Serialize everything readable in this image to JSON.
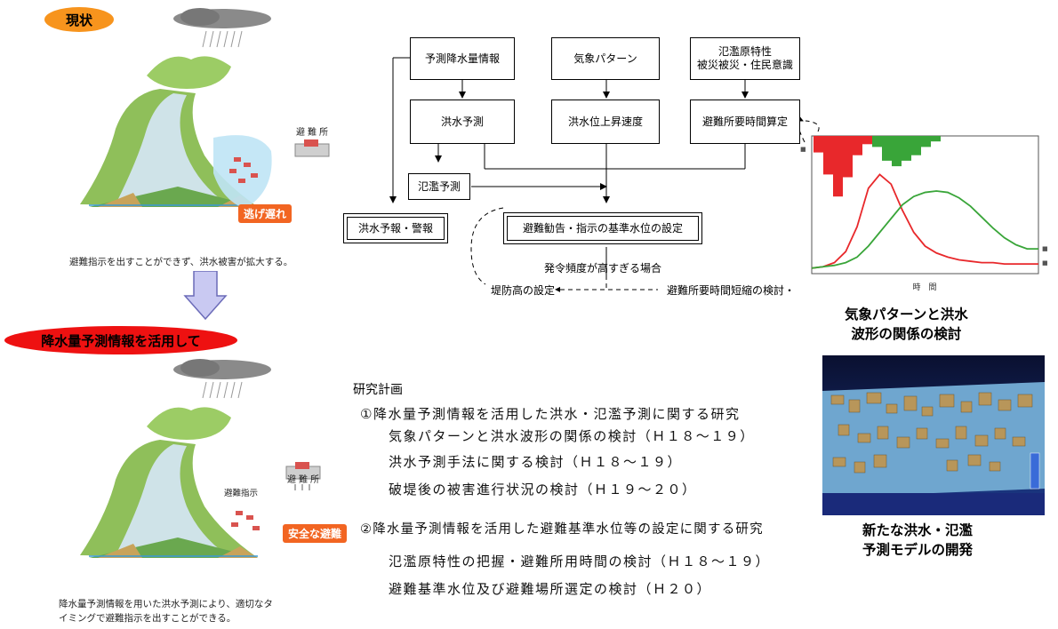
{
  "current": {
    "badge": "現状",
    "shelter_label": "避難所",
    "late_label": "逃げ遅れ",
    "caption": "避難指示を出すことができず、洪水被害が拡大する。"
  },
  "improved": {
    "badge": "降水量予測情報を活用して",
    "shelter_label": "避難所",
    "instruction_label": "避難指示",
    "safe_label": "安全な避難",
    "caption_line1": "降水量予測情報を用いた洪水予測により、適切なタ",
    "caption_line2": "イミングで避難指示を出すことができる。"
  },
  "flow": {
    "box_rain_forecast": "予測降水量情報",
    "box_weather_pattern": "気象パターン",
    "box_flood_char": "氾濫原特性\n被災被災・住民意識",
    "box_flood_forecast": "洪水予測",
    "box_rise_speed": "洪水位上昇速度",
    "box_evac_time": "避難所要時間算定",
    "box_inundation_forecast": "氾濫予測",
    "box_warning": "洪水予報・警報",
    "box_standard_level": "避難勧告・指示の基準水位の設定",
    "note_too_frequent": "発令頻度が高すぎる場合",
    "note_levee": "堤防高の設定",
    "note_shorten": "避難所要時間短縮の検討・"
  },
  "chart": {
    "xlabel": "時　間",
    "caption": "気象パターンと洪水\n波形の関係の検討",
    "colors": {
      "red": "#e8282b",
      "green": "#39a539"
    }
  },
  "chart_data": {
    "type": "line",
    "xlabel": "時　間",
    "x": [
      0,
      0.05,
      0.1,
      0.15,
      0.2,
      0.25,
      0.3,
      0.35,
      0.4,
      0.45,
      0.5,
      0.55,
      0.6,
      0.65,
      0.7,
      0.75,
      0.8,
      0.85,
      0.9,
      0.95,
      1.0
    ],
    "series": [
      {
        "values": [
          0.04,
          0.05,
          0.08,
          0.16,
          0.34,
          0.62,
          0.72,
          0.65,
          0.46,
          0.3,
          0.2,
          0.15,
          0.12,
          0.1,
          0.09,
          0.08,
          0.08,
          0.07,
          0.07,
          0.07,
          0.07
        ]
      },
      {
        "values": [
          0.04,
          0.05,
          0.06,
          0.08,
          0.12,
          0.2,
          0.3,
          0.4,
          0.5,
          0.56,
          0.59,
          0.6,
          0.59,
          0.55,
          0.49,
          0.41,
          0.33,
          0.26,
          0.21,
          0.18,
          0.18
        ]
      }
    ],
    "bars_red": [
      0.12,
      0.28,
      0.44,
      0.3,
      0.14,
      0.06,
      0.0,
      0.0,
      0.0,
      0.0,
      0.0,
      0.0,
      0.0
    ],
    "bars_green": [
      0.0,
      0.0,
      0.0,
      0.0,
      0.0,
      0.0,
      0.08,
      0.18,
      0.22,
      0.18,
      0.14,
      0.08,
      0.04
    ]
  },
  "plan": {
    "title": "研究計画",
    "item1": "①降水量予測情報を活用した洪水・氾濫予測に関する研究",
    "item1_sub1": "気象パターンと洪水波形の関係の検討（Ｈ１８～１９）",
    "item1_sub2": "洪水予測手法に関する検討（Ｈ１８～１９）",
    "item1_sub3": "破堤後の被害進行状況の検討（Ｈ１９～２０）",
    "item2": "②降水量予測情報を活用した避難基準水位等の設定に関する研究",
    "item2_sub1": "氾濫原特性の把握・避難所用時間の検討（Ｈ１８～１９）",
    "item2_sub2": "避難基準水位及び避難場所選定の検討（Ｈ２０）"
  },
  "sim": {
    "caption": "新たな洪水・氾濫\n予測モデルの開発"
  }
}
